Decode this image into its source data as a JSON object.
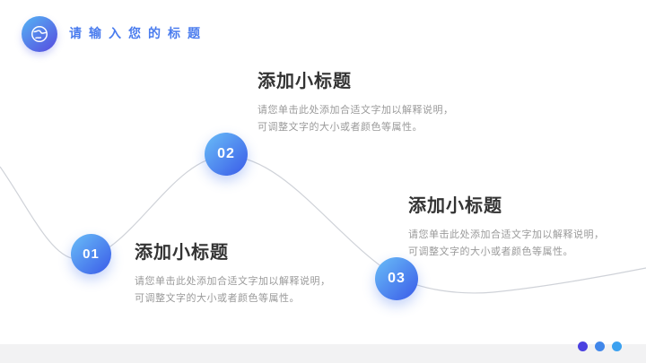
{
  "slide": {
    "title": "请输入您的标题",
    "title_color": "#4a7cee",
    "logo_icon": "globe-icon"
  },
  "steps": [
    {
      "number": "01",
      "heading": "添加小标题",
      "desc1": "请您单击此处添加合适文字加以解释说明，",
      "desc2": "可调整文字的大小或者颜色等属性。"
    },
    {
      "number": "02",
      "heading": "添加小标题",
      "desc1": "请您单击此处添加合适文字加以解释说明，",
      "desc2": "可调整文字的大小或者颜色等属性。"
    },
    {
      "number": "03",
      "heading": "添加小标题",
      "desc1": "请您单击此处添加合适文字加以解释说明，",
      "desc2": "可调整文字的大小或者颜色等属性。"
    }
  ],
  "colors": {
    "badge_gradient_start": "#66b6f6",
    "badge_gradient_end": "#3c5fe9",
    "logo_gradient_start": "#55aaf2",
    "logo_gradient_end": "#574fe0",
    "curve_stroke": "#cfd2d8",
    "footer_bar": "#f2f2f3"
  },
  "footer": {
    "dot_colors": [
      "#4b41e0",
      "#4187ea",
      "#3ba1f0"
    ]
  }
}
